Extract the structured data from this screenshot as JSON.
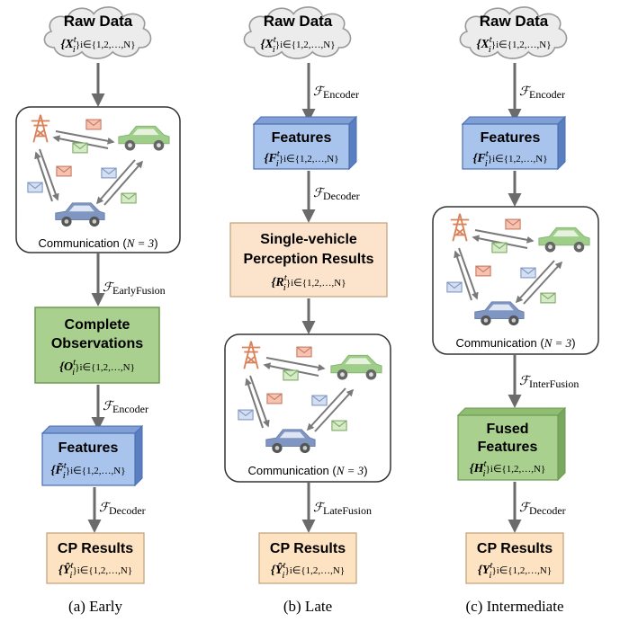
{
  "columns": {
    "a": {
      "raw_title": "Raw Data",
      "raw_var": "{X",
      "raw_sub": "i",
      "raw_sup": "t",
      "raw_idx": "}i∈{1,2,…,N}",
      "f1": "Early",
      "f1_sub": "Fusion",
      "f1_full_label": "EarlyFusion",
      "comm_label": "Communication (",
      "comm_n": "N = 3",
      "comm_close": ")",
      "step1_label": "EarlyFusion",
      "box1_line1": "Complete",
      "box1_line2": "Observations",
      "box1_var": "{O",
      "box1_sub": "i",
      "box1_sup": "t",
      "box1_idx": "}i∈{1,2,…,N}",
      "step2_label": "Encoder",
      "feat_title": "Features",
      "feat_var": "{F̃",
      "feat_sub": "i",
      "feat_sup": "t",
      "feat_idx": "}i∈{1,2,…,N}",
      "step3_label": "Decoder",
      "res_title": "CP Results",
      "res_var": "{Ŷ",
      "res_sub": "i",
      "res_sup": "t",
      "res_idx": "}i∈{1,2,…,N}",
      "caption": "(a) Early"
    },
    "b": {
      "raw_title": "Raw Data",
      "raw_var": "{X",
      "raw_sub": "i",
      "raw_sup": "t",
      "raw_idx": "}i∈{1,2,…,N}",
      "step1_label": "Encoder",
      "feat_title": "Features",
      "feat_var": "{F",
      "feat_sub": "i",
      "feat_sup": "t",
      "feat_idx": "}i∈{1,2,…,N}",
      "step2_label": "Decoder",
      "box_line1": "Single-vehicle",
      "box_line2": "Perception Results",
      "box_var": "{R",
      "box_sub": "i",
      "box_sup": "t",
      "box_idx": "}i∈{1,2,…,N}",
      "comm_label": "Communication (",
      "comm_n": "N = 3",
      "comm_close": ")",
      "step3_label": "LateFusion",
      "res_title": "CP Results",
      "res_var": "{Ŷ",
      "res_sub": "i",
      "res_sup": "t",
      "res_idx": "}i∈{1,2,…,N}",
      "caption": "(b) Late"
    },
    "c": {
      "raw_title": "Raw Data",
      "raw_var": "{X",
      "raw_sub": "i",
      "raw_sup": "t",
      "raw_idx": "}i∈{1,2,…,N}",
      "step1_label": "Encoder",
      "feat_title": "Features",
      "feat_var": "{F",
      "feat_sub": "i",
      "feat_sup": "t",
      "feat_idx": "}i∈{1,2,…,N}",
      "comm_label": "Communication (",
      "comm_n": "N = 3",
      "comm_close": ")",
      "step2_label": "InterFusion",
      "fused_line1": "Fused",
      "fused_line2": "Features",
      "fused_var": "{H",
      "fused_sub": "i",
      "fused_sup": "t",
      "fused_idx": "}i∈{1,2,…,N}",
      "step3_label": "Decoder",
      "res_title": "CP Results",
      "res_var": "{Y",
      "res_sub": "i",
      "res_sup": "t",
      "res_idx": "}i∈{1,2,…,N}",
      "caption": "(c) Intermediate"
    }
  },
  "operator_symbol": "ℱ",
  "colors": {
    "arrow": "#6b6b6b",
    "cloud_fill": "#ececec",
    "cloud_stroke": "#9a9a9a",
    "feature_fill": "#a9c4ec",
    "feature_stroke": "#4a6fb0",
    "result_fill": "#fde3c2",
    "result_stroke": "#bfa07a",
    "green_fill": "#a9d08e",
    "green_stroke": "#6e9a52",
    "peach_fill": "#fce4cc",
    "tower": "#d9825a",
    "car_green": "#9fce8a",
    "car_blue": "#7f95c2",
    "env_red": "#f7c3b0",
    "env_green": "#d6ebc7",
    "env_blue": "#d4dff2"
  },
  "icons": [
    "cloud-icon",
    "tower-icon",
    "car-icon",
    "envelope-icon"
  ]
}
